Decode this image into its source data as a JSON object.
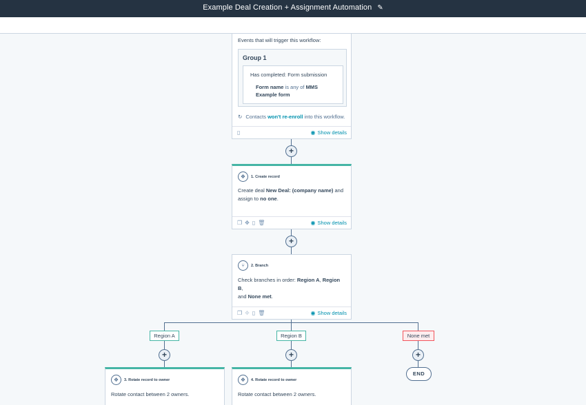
{
  "header": {
    "title": "Example Deal Creation + Assignment Automation",
    "edit_icon": "pencil-icon"
  },
  "trigger": {
    "heading": "Events that will trigger this workflow:",
    "group_title": "Group 1",
    "condition_title": "Has completed: Form submission",
    "filter_field": "Form name",
    "filter_op": "is any of",
    "filter_value_1": "MMS",
    "filter_value_2": "Example form",
    "reenroll_prefix": "Contacts",
    "reenroll_link": "won't re-enroll",
    "reenroll_suffix": "into this workflow.",
    "show_details": "Show details"
  },
  "step1": {
    "label": "1. Create record",
    "text_prefix": "Create deal",
    "deal_name": "New Deal: (company name)",
    "text_mid": "and",
    "text_assign": "assign to",
    "assignee": "no one",
    "text_end": ".",
    "show_details": "Show details"
  },
  "step2": {
    "label": "2. Branch",
    "text_prefix": "Check branches in order:",
    "branch_a": "Region A",
    "comma": ",",
    "branch_b": "Region B",
    "comma2": ",",
    "text_and": "and",
    "branch_none": "None met",
    "text_end": ".",
    "show_details": "Show details"
  },
  "branches": {
    "a": "Region A",
    "b": "Region B",
    "none": "None met"
  },
  "step3": {
    "label": "3. Rotate record to owner",
    "text": "Rotate contact between 2 owners."
  },
  "step4": {
    "label": "4. Rotate record to owner",
    "text": "Rotate contact between 2 owners."
  },
  "end_label": "END",
  "colors": {
    "topbar": "#253342",
    "accent_teal": "#45b5a5",
    "link": "#0091ae",
    "none_branch": "#f2545b"
  }
}
